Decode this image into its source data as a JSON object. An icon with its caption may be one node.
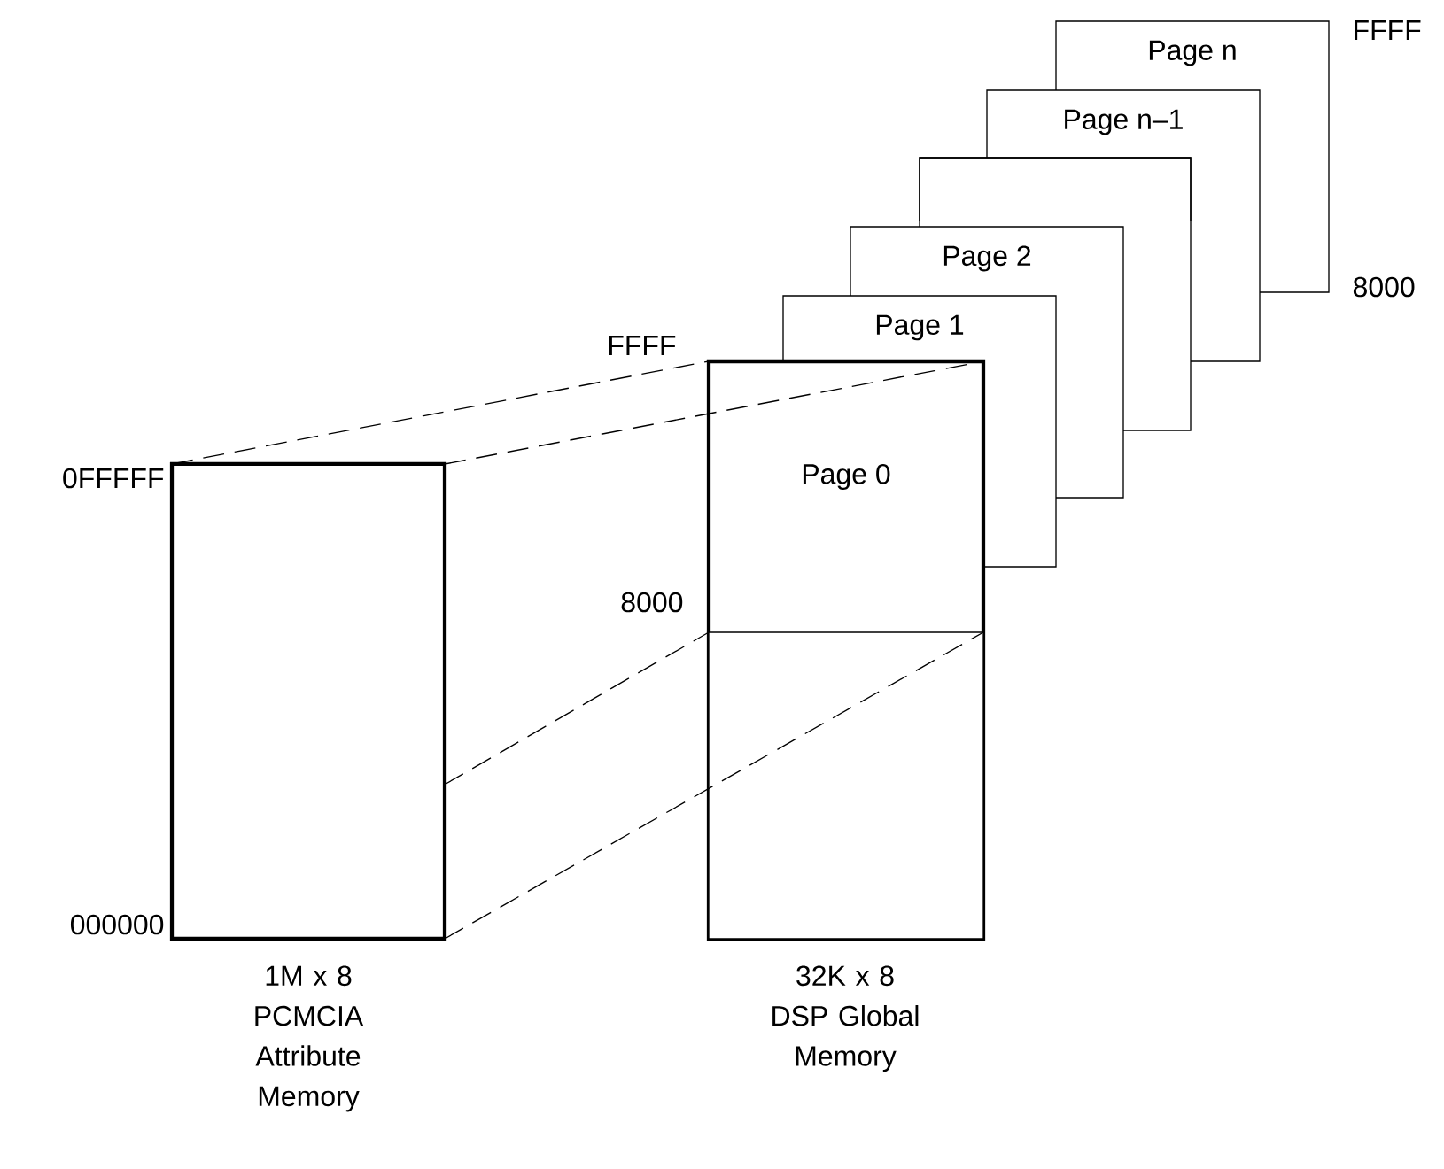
{
  "diagram": {
    "nodes": [
      {
        "text": [],
        "shape": "box",
        "beside": [
          "1M x 8 PCMCIA Attribute Memory"
        ]
      },
      {
        "text": [
          "Page 0"
        ],
        "beside": [
          "32K x 8 DSP Global Memory"
        ]
      },
      {
        "text": [],
        "shape": "box",
        "in": 1
      },
      {
        "text": [
          "Page 1"
        ]
      },
      {
        "text": [
          "Page 2"
        ]
      },
      {
        "text": [],
        "shape": "box"
      },
      {
        "text": [
          "Page n–1"
        ]
      },
      {
        "text": [
          "Page n"
        ]
      }
    ],
    "edges": [
      {
        "from": 0,
        "to": 1,
        "arrow": "none",
        "style": "dashed"
      },
      {
        "from": 0,
        "to": 1,
        "arrow": "none",
        "style": "dashed"
      },
      {
        "from": 0,
        "to": 2,
        "arrow": "none",
        "style": "dashed"
      },
      {
        "from": 0,
        "to": 2,
        "arrow": "none",
        "style": "dashed"
      }
    ],
    "labels": [
      "FFFF",
      "8000",
      "FFFF",
      "0FFFFF",
      "8000",
      "000000"
    ]
  }
}
